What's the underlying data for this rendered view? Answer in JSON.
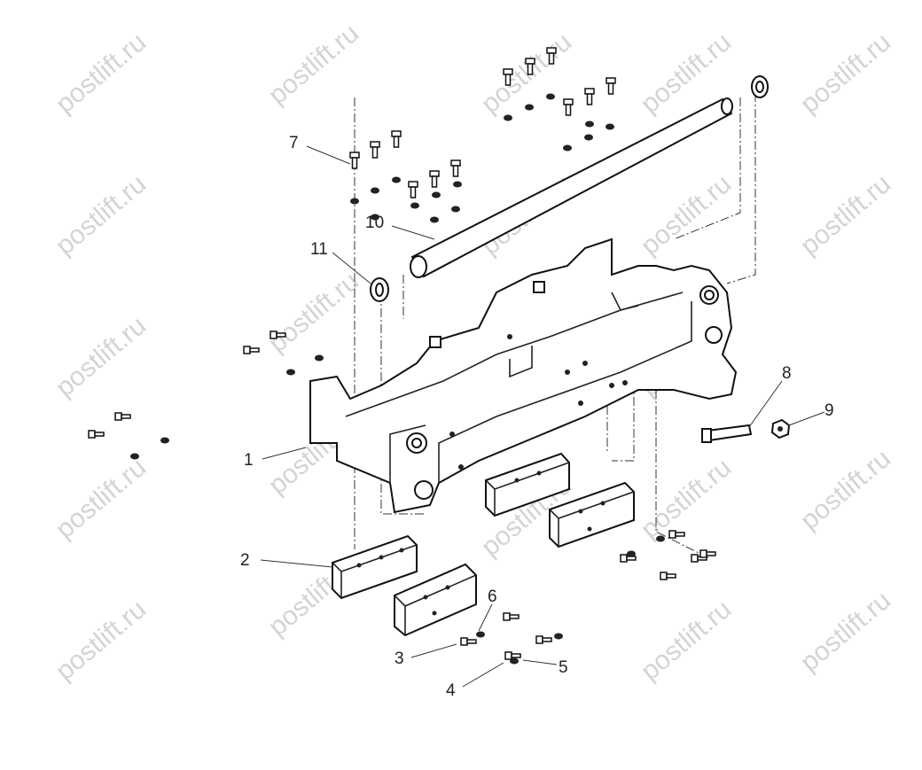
{
  "watermark": "postlift.ru",
  "part_labels": [
    "1",
    "2",
    "3",
    "4",
    "5",
    "6",
    "7",
    "8",
    "9",
    "10",
    "11"
  ],
  "colors": {
    "line": "#111111",
    "watermark": "#d4d4d4",
    "background": "#ffffff"
  }
}
